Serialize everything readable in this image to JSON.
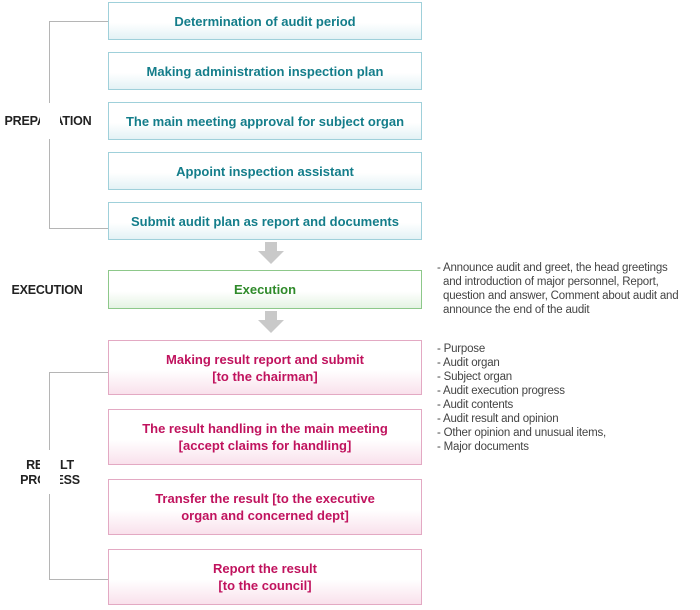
{
  "stages": {
    "preparation": "PREPARATION",
    "execution": "EXECUTION",
    "result_process": [
      "RESULT",
      "PROCESS"
    ]
  },
  "preparation_steps": [
    "Determination of audit period",
    "Making administration inspection plan",
    "The main meeting approval for subject organ",
    "Appoint inspection assistant",
    "Submit audit plan as report and documents"
  ],
  "execution_step": "Execution",
  "result_steps": [
    [
      "Making result report and submit",
      "[to the chairman]"
    ],
    [
      "The result handling in the main meeting",
      "[accept claims for handling]"
    ],
    [
      "Transfer the result [to the executive",
      "organ and concerned dept]"
    ],
    [
      "Report the result",
      "[to the council]"
    ]
  ],
  "execution_notes": [
    "- Announce audit and greet, the head greetings",
    "  and introduction of major personnel, Report,",
    "  question and answer, Comment about audit and",
    "  announce the end of the audit"
  ],
  "result_notes": [
    "- Purpose",
    "- Audit organ",
    "- Subject organ",
    "- Audit execution progress",
    "- Audit contents",
    "- Audit result and opinion",
    "- Other opinion and unusual items,",
    "- Major documents"
  ],
  "colors": {
    "preparation": "#137d8a",
    "execution": "#2f8a2a",
    "result": "#c0135e",
    "arrow": "#c9c9c9"
  }
}
